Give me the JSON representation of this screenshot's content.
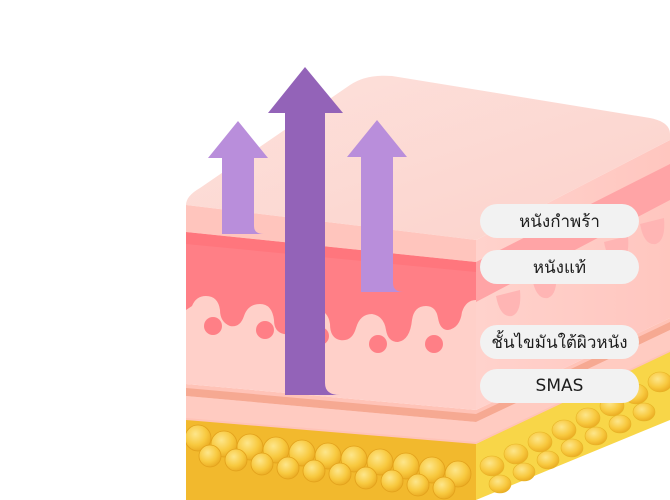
{
  "labels": {
    "epidermis": "หนังกำพร้า",
    "dermis": "หนังแท้",
    "subcutaneous_fat": "ชั้นไขมันใต้ผิวหนัง",
    "smas": "SMAS"
  },
  "colors": {
    "epidermis_top": "#fdd9d3",
    "dermis": "#ff8a92",
    "smas_band": "#f6a992",
    "fat_layer": "#f7c93c",
    "arrow_main": "#9363b8",
    "arrow_side": "#b98edb"
  }
}
